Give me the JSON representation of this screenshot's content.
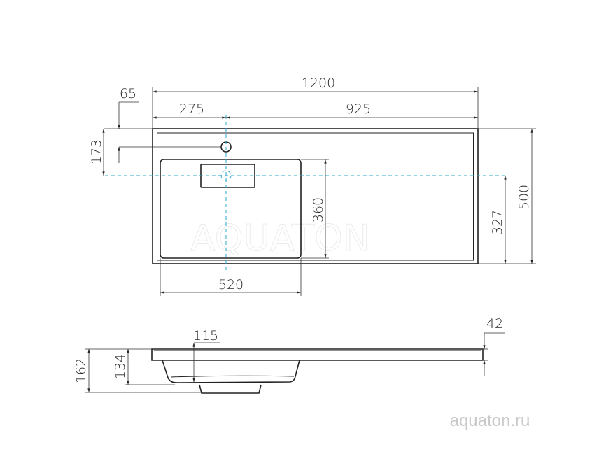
{
  "diagram": {
    "top_view": {
      "overall_length": "1200",
      "faucet_offset": "275",
      "remaining_length": "925",
      "faucet_edge_offset": "65",
      "drain_offset_depth": "173",
      "basin_depth": "360",
      "drain_to_front": "327",
      "overall_depth": "500",
      "basin_width": "520"
    },
    "side_view": {
      "total_height": "162",
      "bowl_height": "134",
      "bowl_inner_depth": "115",
      "top_thickness": "42"
    },
    "watermark_logo": "AQUATON",
    "website": "aquaton.ru",
    "colors": {
      "lines": "#222222",
      "centerlines": "#29a9c9",
      "watermark": "#c9c9c9"
    }
  }
}
